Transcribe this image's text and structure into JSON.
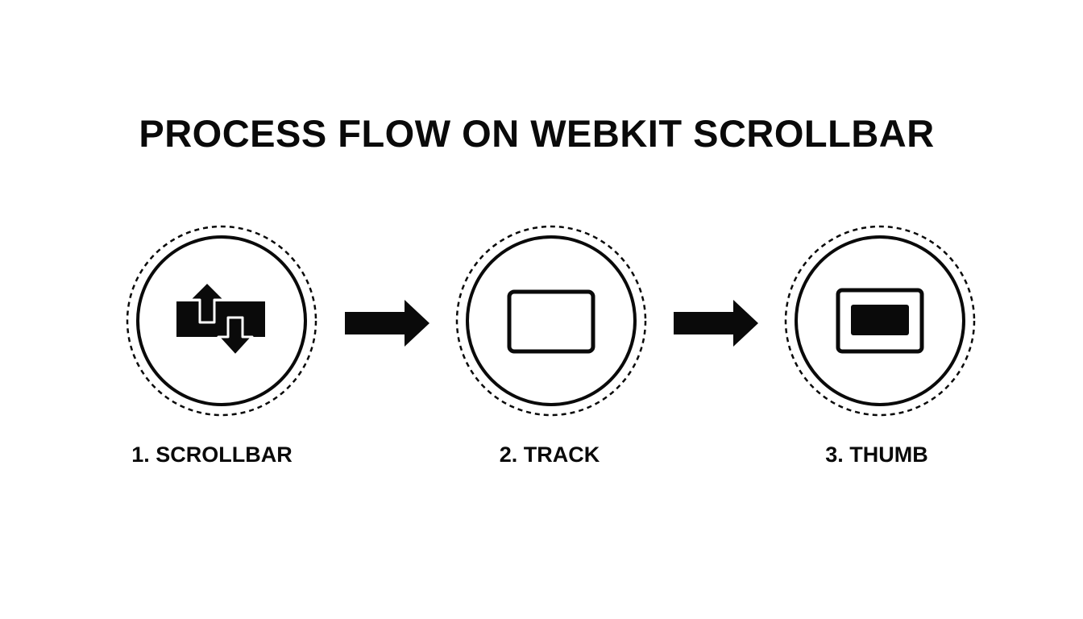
{
  "title": "PROCESS FLOW ON WEBKIT SCROLLBAR",
  "steps": [
    {
      "label": "1. SCROLLBAR",
      "icon": "scroll-arrows-icon"
    },
    {
      "label": "2. TRACK",
      "icon": "track-rectangle-icon"
    },
    {
      "label": "3. THUMB",
      "icon": "thumb-rectangle-icon"
    }
  ],
  "connectors": [
    "right-arrow-icon",
    "right-arrow-icon"
  ],
  "colors": {
    "ink": "#0a0a0a",
    "background": "#ffffff"
  }
}
